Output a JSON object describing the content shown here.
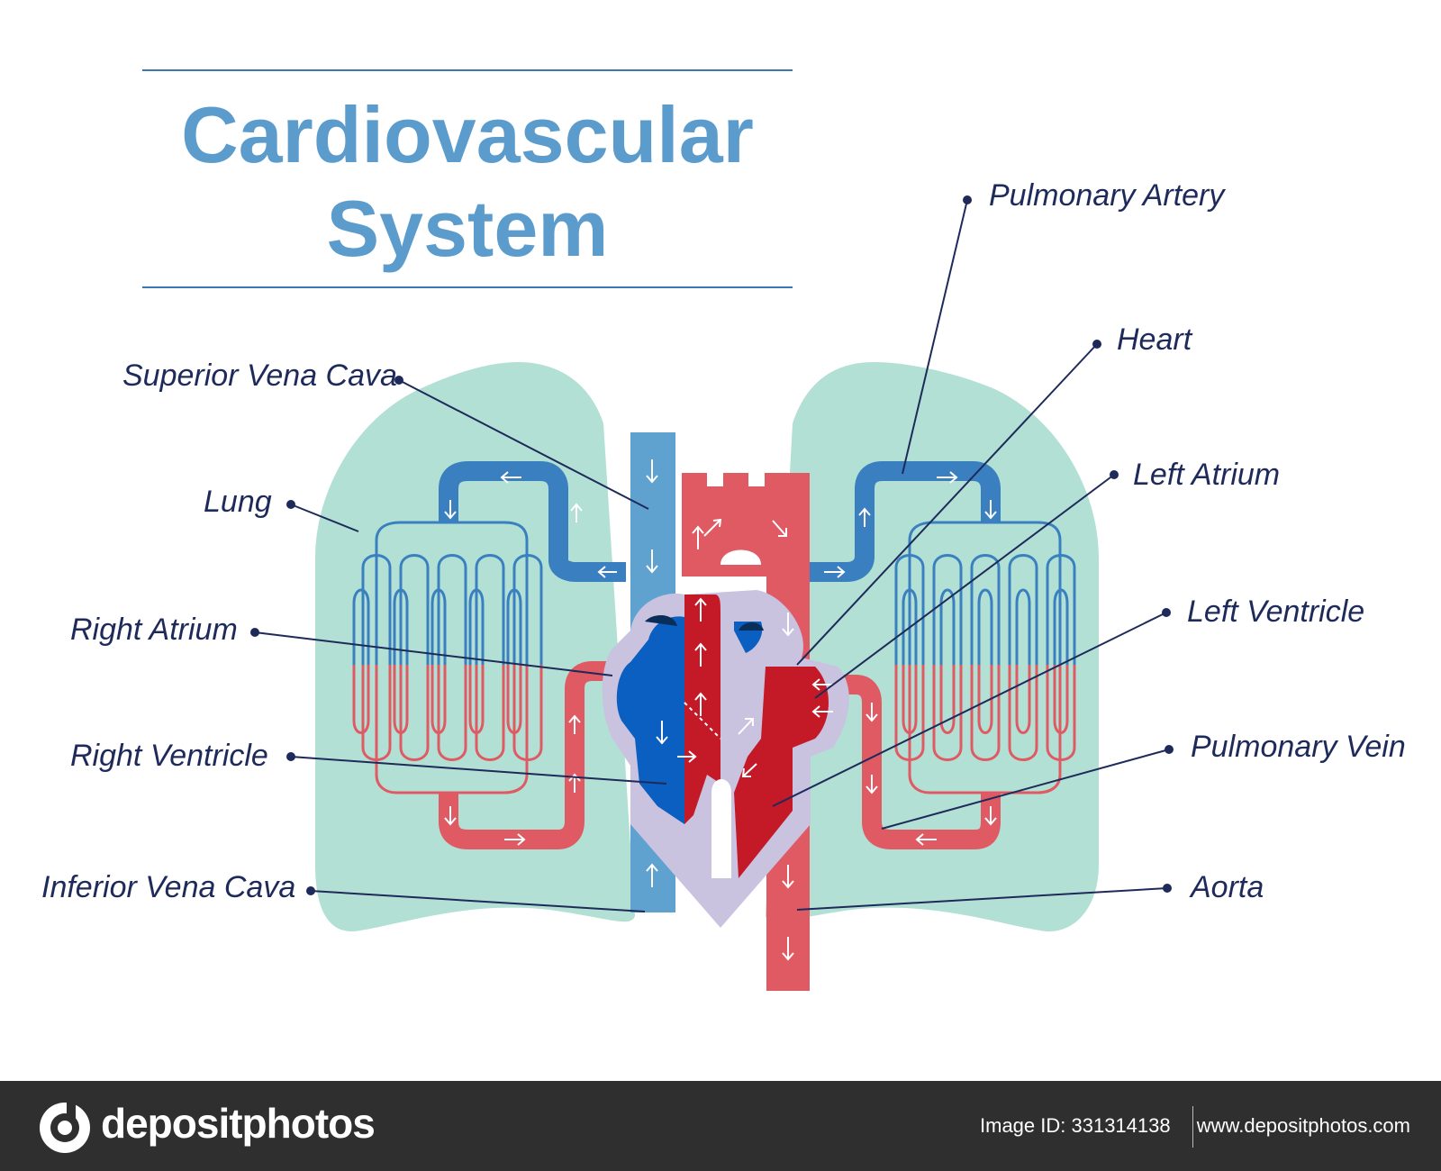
{
  "title": {
    "line1": "Cardiovascular",
    "line2": "System"
  },
  "labels": {
    "pulmonary_artery": "Pulmonary Artery",
    "heart": "Heart",
    "left_atrium": "Left Atrium",
    "left_ventricle": "Left Ventricle",
    "pulmonary_vein": "Pulmonary Vein",
    "aorta": "Aorta",
    "superior_vena_cava": "Superior Vena Cava",
    "lung": "Lung",
    "right_atrium": "Right Atrium",
    "right_ventricle": "Right Ventricle",
    "inferior_vena_cava": "Inferior Vena Cava"
  },
  "footer": {
    "brand": "depositphotos",
    "image_id": "Image ID: 331314138",
    "site": "www.depositphotos.com"
  },
  "colors": {
    "title": "#5b9ccc",
    "label": "#1e2a5a",
    "lung": "#b2e0d4",
    "deoxygenated_vessel": "#3a7fbf",
    "deoxygenated_light": "#5fa2d0",
    "oxygenated_vessel": "#e05a64",
    "oxygenated_dark": "#c41a28",
    "heart_wall": "#c9c3e0",
    "right_heart_chamber": "#0b5fc0",
    "footer_bg": "#2f2f2f"
  },
  "icons": [
    "flow-arrow-icon",
    "depositphotos-logo-icon"
  ]
}
